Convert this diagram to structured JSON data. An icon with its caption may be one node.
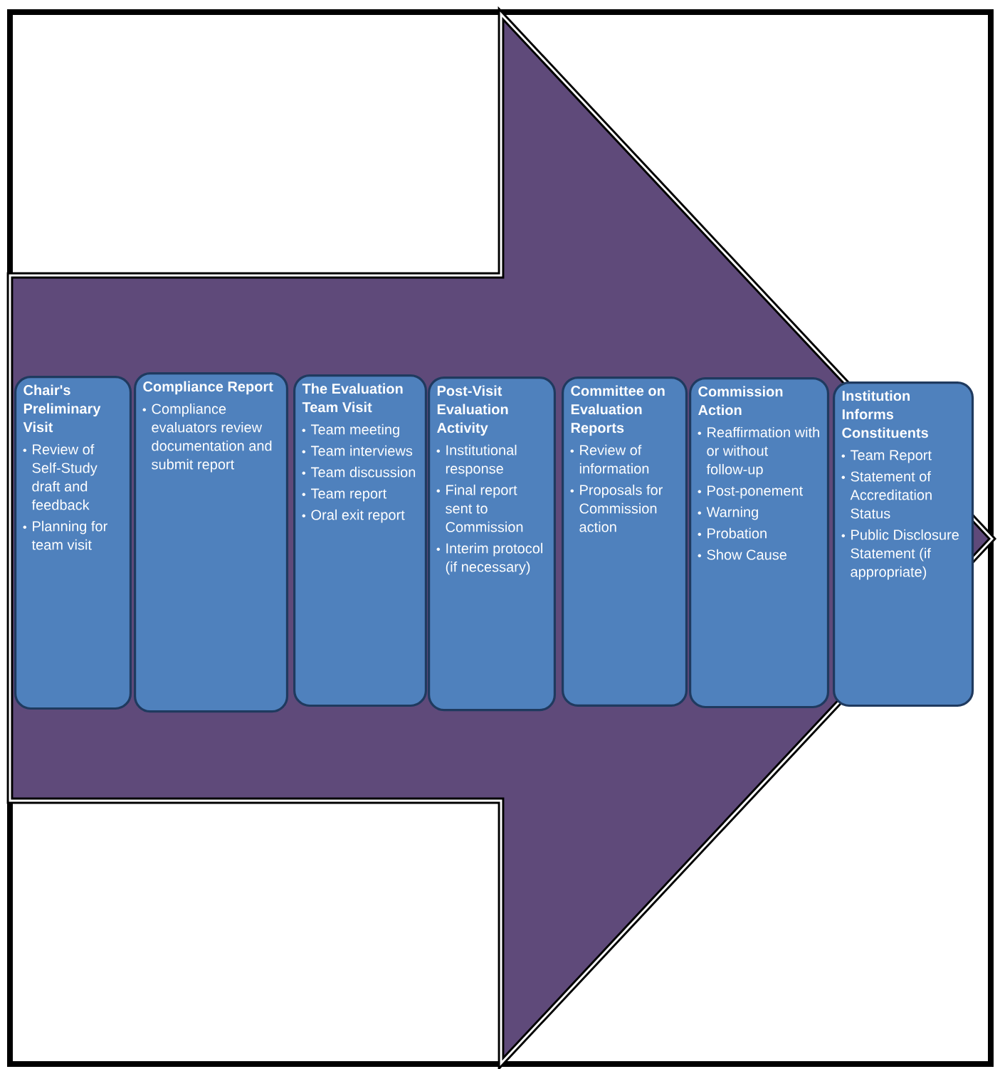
{
  "diagram": {
    "nodes": [
      {
        "text": [
          "Chair's Preliminary Visit",
          "Review of Self-Study draft and feedback",
          "Planning for team visit"
        ]
      },
      {
        "text": [
          "Compliance Report",
          "Compliance evaluators review documentation and submit report"
        ]
      },
      {
        "text": [
          "The Evaluation Team Visit",
          "Team meeting",
          "Team interviews",
          "Team discussion",
          "Team report",
          "Oral exit report"
        ]
      },
      {
        "text": [
          "Post-Visit Evaluation Activity",
          "Institutional response",
          "Final report sent to Commission",
          "Interim protocol (if necessary)"
        ]
      },
      {
        "text": [
          "Committee on Evaluation Reports",
          "Review of information",
          "Proposals for Commission action"
        ]
      },
      {
        "text": [
          "Commission Action",
          "Reaffirmation with or without follow-up",
          "Post-ponement",
          "Warning",
          "Probation",
          "Show Cause"
        ]
      },
      {
        "text": [
          "Institution Informs Constituents",
          "Team Report",
          "Statement of Accreditation Status",
          "Public Disclosure Statement (if appropriate)"
        ]
      }
    ],
    "edges": [
      {
        "from": 0,
        "to": 6,
        "arrow": "to"
      }
    ]
  }
}
